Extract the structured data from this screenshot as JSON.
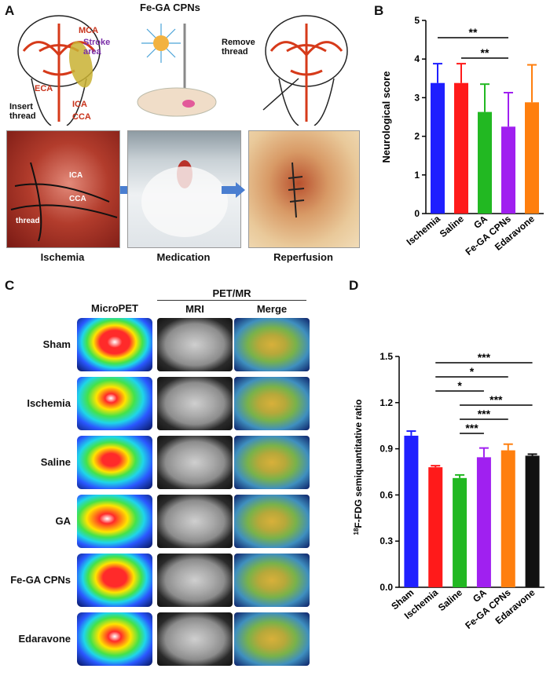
{
  "panelA": {
    "label": "A",
    "title_cpns": "Fe-GA CPNs",
    "mca": "MCA",
    "stroke_area": "Stroke\narea",
    "eca": "ECA",
    "ica": "ICA",
    "cca": "CCA",
    "insert_thread": "Insert\nthread",
    "remove_thread": "Remove\nthread",
    "photo_ica": "ICA",
    "photo_cca": "CCA",
    "photo_thread": "thread",
    "step_ischemia": "Ischemia",
    "step_medication": "Medication",
    "step_reperfusion": "Reperfusion"
  },
  "panelC": {
    "label": "C",
    "micropet": "MicroPET",
    "petmr": "PET/MR",
    "mri": "MRI",
    "merge": "Merge",
    "rows": [
      "Sham",
      "Ischemia",
      "Saline",
      "GA",
      "Fe-GA CPNs",
      "Edaravone"
    ]
  },
  "chart_data": [
    {
      "label": "B",
      "type": "bar",
      "categories": [
        "Ischemia",
        "Saline",
        "GA",
        "Fe-GA CPNs",
        "Edaravone"
      ],
      "values": [
        3.38,
        3.38,
        2.63,
        2.25,
        2.88
      ],
      "errors": [
        0.5,
        0.5,
        0.72,
        0.88,
        0.97
      ],
      "colors": [
        "#1f1fff",
        "#ff1a1a",
        "#22b822",
        "#a020f0",
        "#ff7f0e"
      ],
      "ylabel": "Neurological score",
      "ylim": [
        0,
        5
      ],
      "yticks": [
        0,
        1,
        2,
        3,
        4,
        5
      ],
      "significance": [
        {
          "from": 0,
          "to": 3,
          "text": "**"
        },
        {
          "from": 1,
          "to": 3,
          "text": "**"
        }
      ]
    },
    {
      "label": "D",
      "type": "bar",
      "categories": [
        "Sham",
        "Ischemia",
        "Saline",
        "GA",
        "Fe-GA CPNs",
        "Edaravone"
      ],
      "values": [
        0.985,
        0.78,
        0.71,
        0.845,
        0.89,
        0.855
      ],
      "errors": [
        0.03,
        0.01,
        0.02,
        0.06,
        0.04,
        0.01
      ],
      "colors": [
        "#1f1fff",
        "#ff1a1a",
        "#22b822",
        "#a020f0",
        "#ff7f0e",
        "#111111"
      ],
      "ylabel": "18F-FDG semiquantitative ratio",
      "ylabel_sup": "18",
      "ylabel_rest": "F-FDG semiquantitative ratio",
      "ylim": [
        0,
        1.5
      ],
      "yticks": [
        "0.0",
        "0.3",
        "0.6",
        "0.9",
        "1.2",
        "1.5"
      ],
      "significance": [
        {
          "from": 1,
          "to": 5,
          "text": "***"
        },
        {
          "from": 1,
          "to": 4,
          "text": "*"
        },
        {
          "from": 1,
          "to": 3,
          "text": "*"
        },
        {
          "from": 2,
          "to": 5,
          "text": "***"
        },
        {
          "from": 2,
          "to": 4,
          "text": "***"
        },
        {
          "from": 2,
          "to": 3,
          "text": "***"
        }
      ]
    }
  ]
}
